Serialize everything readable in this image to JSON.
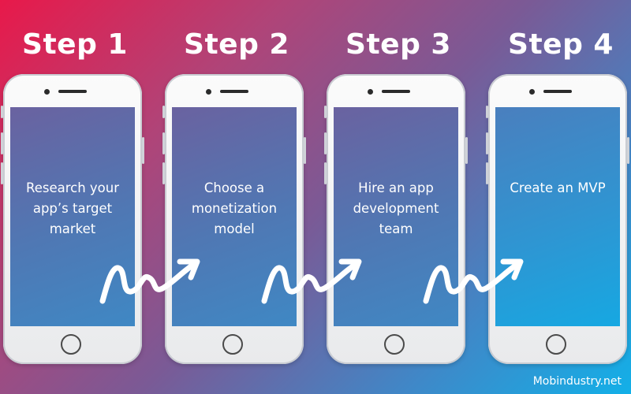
{
  "steps": [
    {
      "title": "Step 1",
      "text": "Research your app’s target market"
    },
    {
      "title": "Step 2",
      "text": "Choose a monetization model"
    },
    {
      "title": "Step 3",
      "text": "Hire an app development team"
    },
    {
      "title": "Step 4",
      "text": "Create an MVP"
    }
  ],
  "footer": {
    "brand": "Mobindustry.net"
  },
  "colors": {
    "gradient_start": "#e8194a",
    "gradient_end": "#12b0e8",
    "text": "#ffffff"
  },
  "icons": [
    "wavy-arrow-icon",
    "home-button-icon",
    "camera-icon",
    "speaker-icon"
  ]
}
